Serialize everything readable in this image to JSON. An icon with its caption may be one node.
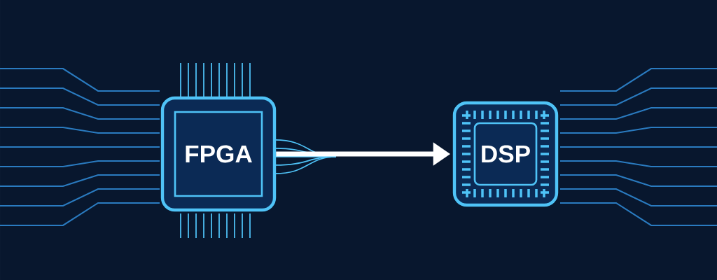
{
  "diagram": {
    "nodes": [
      {
        "text": [
          "FPGA"
        ]
      },
      {
        "text": [
          "DSP"
        ]
      }
    ],
    "edges": [
      {
        "from": 0,
        "to": 1,
        "arrow": "to"
      }
    ]
  }
}
